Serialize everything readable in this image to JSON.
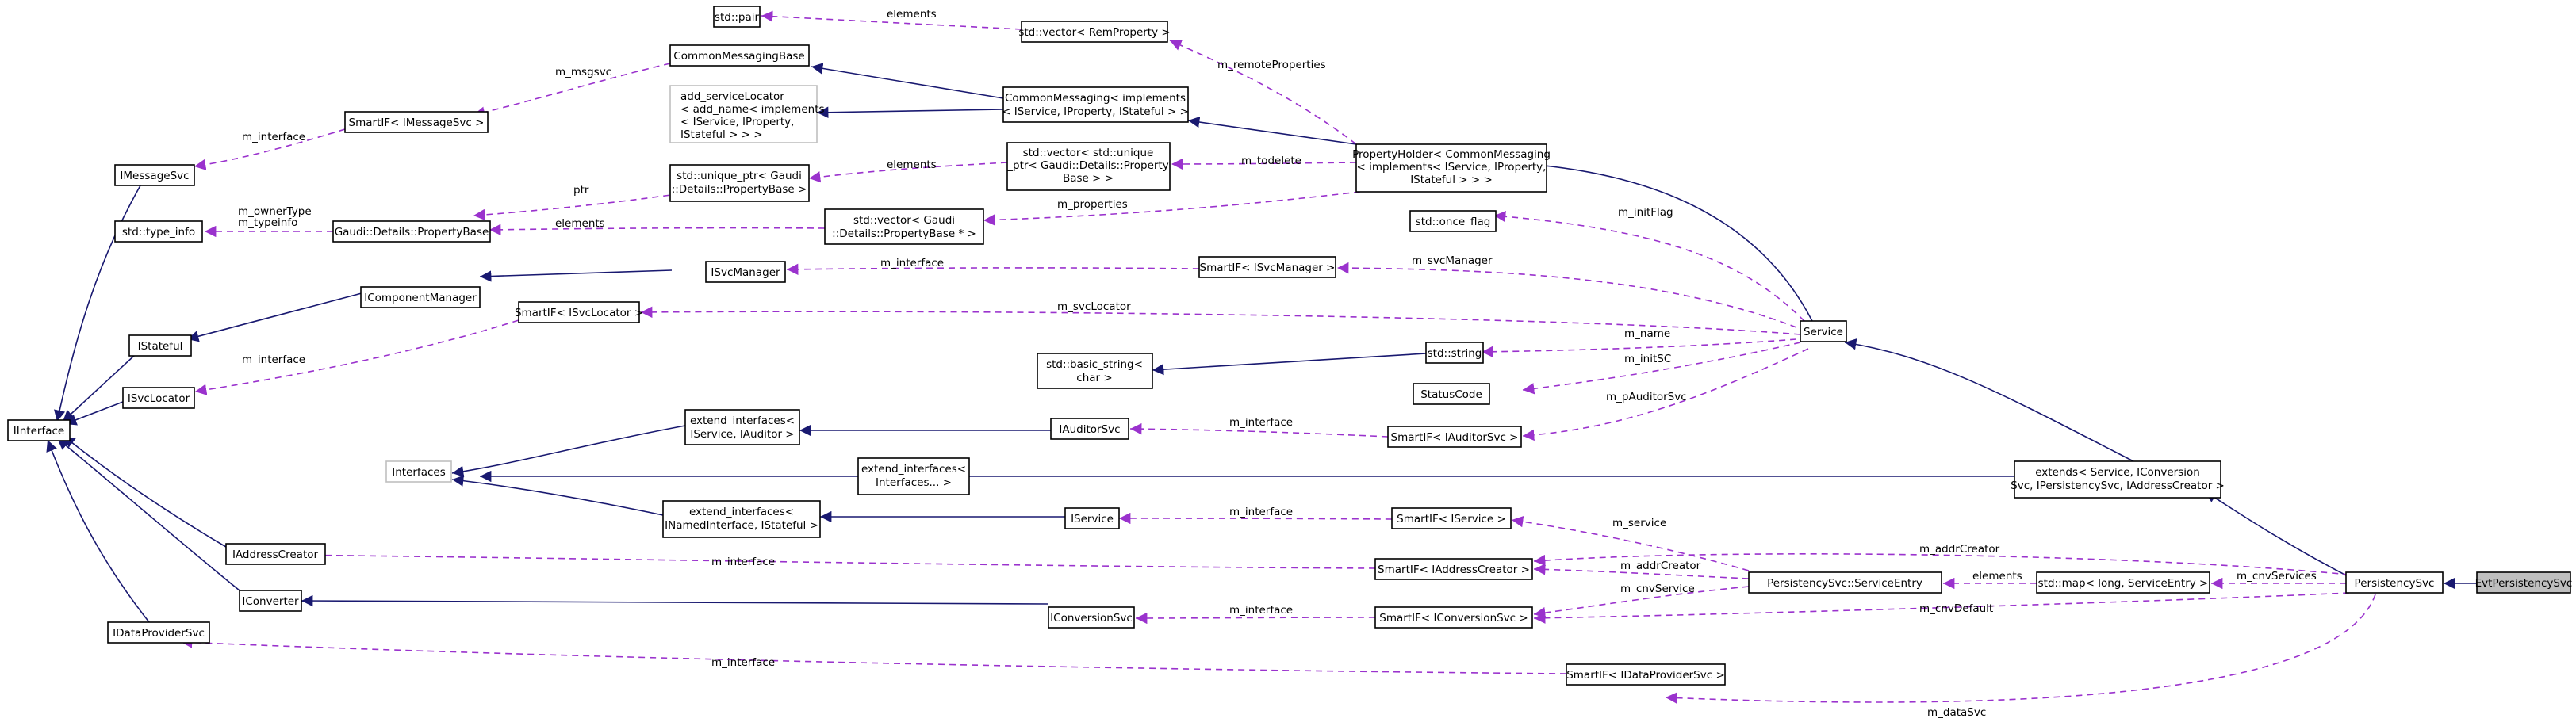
{
  "colors": {
    "inheritance_edge": "#191970",
    "usage_edge": "#9a32cd",
    "focus_fill": "#bfbfbf"
  },
  "nodes": {
    "std_pair": [
      "std::pair"
    ],
    "vector_remproperty": [
      "std::vector< RemProperty >"
    ],
    "common_messaging_base": [
      "CommonMessagingBase"
    ],
    "add_servicelocator": [
      "add_serviceLocator",
      "< add_name< implements",
      "< IService, IProperty,",
      "IStateful > > >"
    ],
    "common_messaging": [
      "CommonMessaging< implements",
      "< IService, IProperty, IStateful > >"
    ],
    "smartif_imessagesvc": [
      "SmartIF< IMessageSvc >"
    ],
    "imessagesvc": [
      "IMessageSvc"
    ],
    "unique_ptr": [
      "std::unique_ptr< Gaudi",
      "::Details::PropertyBase >"
    ],
    "vector_unique_ptr": [
      "std::vector< std::unique",
      "_ptr< Gaudi::Details::Property",
      "Base > >"
    ],
    "property_holder": [
      "PropertyHolder< CommonMessaging",
      "< implements< IService, IProperty,",
      "IStateful > > >"
    ],
    "std_type_info": [
      "std::type_info"
    ],
    "property_base": [
      "Gaudi::Details::PropertyBase"
    ],
    "vector_property_base_ptr": [
      "std::vector< Gaudi",
      "::Details::PropertyBase * >"
    ],
    "std_once_flag": [
      "std::once_flag"
    ],
    "isvcmanager": [
      "ISvcManager"
    ],
    "smartif_isvcmanager": [
      "SmartIF< ISvcManager >"
    ],
    "icomponentmanager": [
      "IComponentManager"
    ],
    "smartif_isvclocator": [
      "SmartIF< ISvcLocator >"
    ],
    "service": [
      "Service"
    ],
    "istateful": [
      "IStateful"
    ],
    "std_string": [
      "std::string"
    ],
    "basic_string": [
      "std::basic_string<",
      "char >"
    ],
    "isvclocator": [
      "ISvcLocator"
    ],
    "statuscode": [
      "StatusCode"
    ],
    "iinterface": [
      "IInterface"
    ],
    "extend_iservice_iauditor": [
      "extend_interfaces<",
      "IService, IAuditor >"
    ],
    "iauditorsvc": [
      "IAuditorSvc"
    ],
    "smartif_iauditorsvc": [
      "SmartIF< IAuditorSvc >"
    ],
    "interfaces": [
      "Interfaces"
    ],
    "extend_interfaces_pack": [
      "extend_interfaces<",
      "Interfaces... >"
    ],
    "extends_service": [
      "extends< Service, IConversion",
      "Svc, IPersistencySvc, IAddressCreator >"
    ],
    "extend_inamed": [
      "extend_interfaces<",
      "INamedInterface, IStateful >"
    ],
    "iservice": [
      "IService"
    ],
    "smartif_iservice": [
      "SmartIF< IService >"
    ],
    "iaddresscreator": [
      "IAddressCreator"
    ],
    "smartif_iaddresscreator": [
      "SmartIF< IAddressCreator >"
    ],
    "service_entry": [
      "PersistencySvc::ServiceEntry"
    ],
    "map_service_entry": [
      "std::map< long, ServiceEntry >"
    ],
    "persistency_svc": [
      "PersistencySvc"
    ],
    "evt_persistency_svc": [
      "EvtPersistencySvc"
    ],
    "iconverter": [
      "IConverter"
    ],
    "iconversionsvc": [
      "IConversionSvc"
    ],
    "smartif_iconversionsvc": [
      "SmartIF< IConversionSvc >"
    ],
    "idataprovidersvc": [
      "IDataProviderSvc"
    ],
    "smartif_idataprovidersvc": [
      "SmartIF< IDataProviderSvc >"
    ]
  },
  "edge_labels": {
    "elements_pair": "elements",
    "m_remoteproperties": "m_remoteProperties",
    "m_msgsvc": "m_msgsvc",
    "m_interface_msg": "m_interface",
    "ptr": "ptr",
    "elements_uptr": "elements",
    "m_todelete": "m_todelete",
    "m_ownertype": "m_ownerType",
    "m_typeinfo": "m_typeinfo",
    "elements_pbase": "elements",
    "m_properties": "m_properties",
    "m_initflag": "m_initFlag",
    "m_interface_svcmgr": "m_interface",
    "m_svcmanager": "m_svcManager",
    "m_svclocator": "m_svcLocator",
    "m_interface_svcloc": "m_interface",
    "m_name": "m_name",
    "m_initsc": "m_initSC",
    "m_pauditorsvc": "m_pAuditorSvc",
    "m_interface_auditor": "m_interface",
    "m_service": "m_service",
    "m_interface_iservice": "m_interface",
    "m_addrcreator_top": "m_addrCreator",
    "m_interface_addr": "m_interface",
    "m_addrcreator_entry": "m_addrCreator",
    "m_cnvservice": "m_cnvService",
    "elements_map": "elements",
    "m_cnvservices": "m_cnvServices",
    "m_interface_conv": "m_interface",
    "m_cnvdefault": "m_cnvDefault",
    "m_interface_data": "m_interface",
    "m_datasvc": "m_dataSvc"
  }
}
